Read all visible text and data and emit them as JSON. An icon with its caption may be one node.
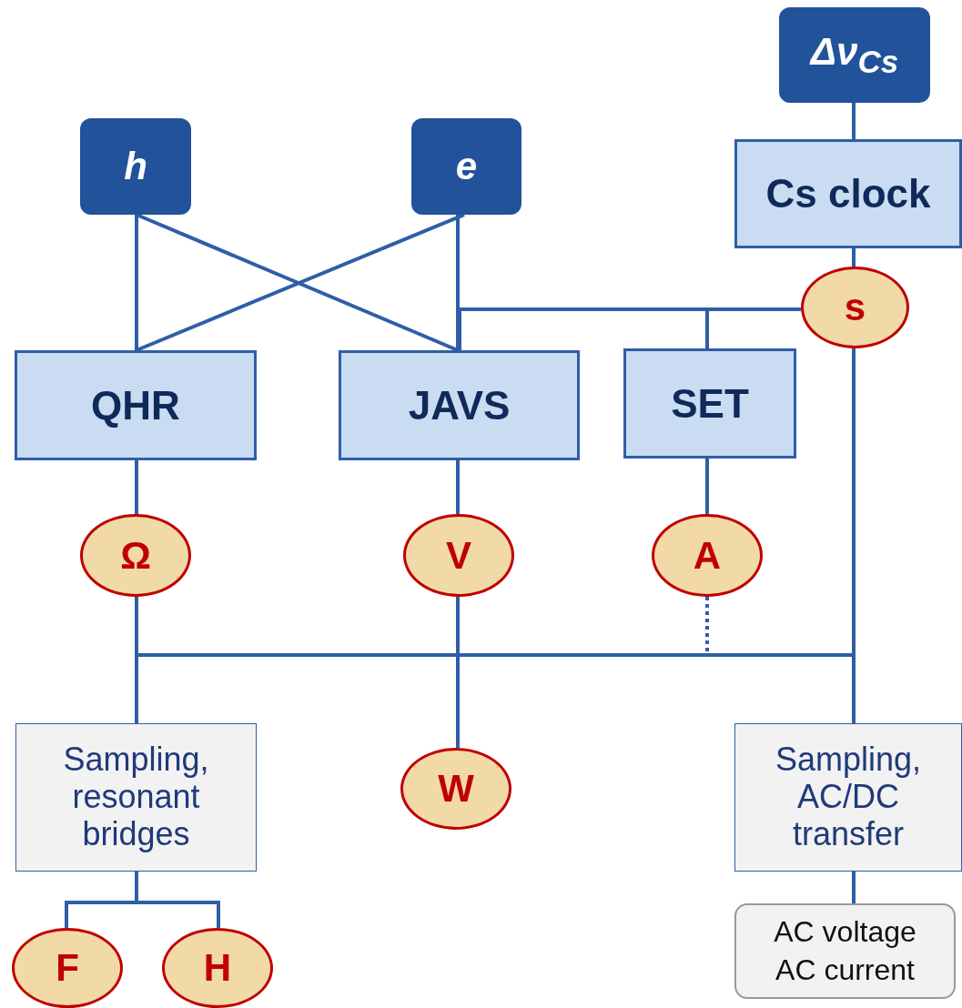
{
  "diagram": {
    "nodes": [
      {
        "text": [
          "h"
        ]
      },
      {
        "text": [
          "e"
        ]
      },
      {
        "text": [
          "Δν$_{Cs}$"
        ]
      },
      {
        "text": [
          "Cs clock"
        ]
      },
      {
        "text": [
          "s"
        ]
      },
      {
        "text": [
          "QHR"
        ]
      },
      {
        "text": [
          "JAVS"
        ]
      },
      {
        "text": [
          "SET"
        ]
      },
      {
        "text": [
          "Ω"
        ]
      },
      {
        "text": [
          "V"
        ]
      },
      {
        "text": [
          "A"
        ]
      },
      {
        "text": [
          "Sampling, resonant bridges"
        ]
      },
      {
        "text": [
          "W"
        ]
      },
      {
        "text": [
          "Sampling, AC/DC transfer"
        ]
      },
      {
        "text": [
          "AC voltage",
          "AC current"
        ]
      },
      {
        "text": [
          "F"
        ]
      },
      {
        "text": [
          "H"
        ]
      }
    ],
    "edges": [
      {
        "from": 10,
        "to": 11,
        "arrow": "none",
        "style": "dashed"
      },
      {
        "from": 10,
        "to": 13,
        "arrow": "none",
        "style": "dashed"
      },
      {
        "from": 0,
        "to": 5,
        "arrow": "none"
      },
      {
        "from": 0,
        "to": 6,
        "arrow": "none"
      },
      {
        "from": 1,
        "to": 5,
        "arrow": "none"
      },
      {
        "from": 1,
        "to": 6,
        "arrow": "none"
      },
      {
        "from": 2,
        "to": 3,
        "arrow": "none"
      },
      {
        "from": 3,
        "to": 4,
        "arrow": "none"
      },
      {
        "from": 4,
        "to": 6,
        "arrow": "none"
      },
      {
        "from": 4,
        "to": 7,
        "arrow": "none"
      },
      {
        "from": 5,
        "to": 8,
        "arrow": "none"
      },
      {
        "from": 6,
        "to": 9,
        "arrow": "none"
      },
      {
        "from": 7,
        "to": 10,
        "arrow": "none"
      },
      {
        "from": 8,
        "to": 11,
        "arrow": "none"
      },
      {
        "from": 8,
        "to": 13,
        "arrow": "none"
      },
      {
        "from": 4,
        "to": 11,
        "arrow": "none"
      },
      {
        "from": 4,
        "to": 13,
        "arrow": "none"
      },
      {
        "from": 9,
        "to": 12,
        "arrow": "none"
      },
      {
        "from": 13,
        "to": 14,
        "arrow": "none"
      },
      {
        "from": 11,
        "to": 15,
        "arrow": "none"
      },
      {
        "from": 11,
        "to": 16,
        "arrow": "none"
      }
    ]
  }
}
